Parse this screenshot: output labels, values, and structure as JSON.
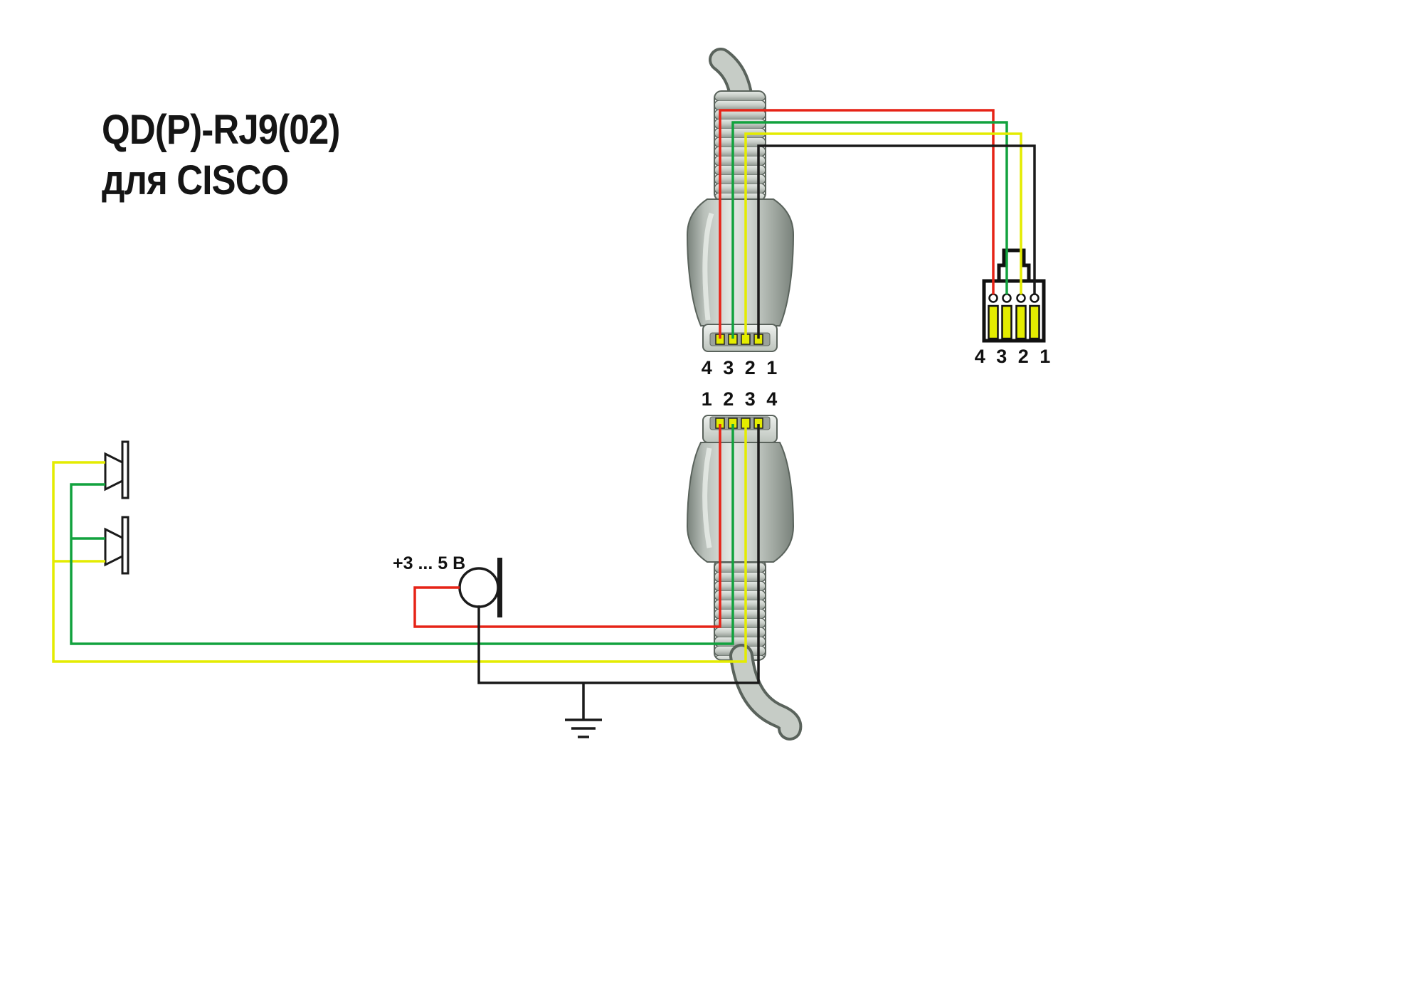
{
  "title": {
    "line1": "QD(P)-RJ9(02)",
    "line2": "для CISCO"
  },
  "labels": {
    "qd_top_pins": "4 3 2 1",
    "qd_bottom_pins": "1 2 3 4",
    "rj9_pins": "4 3 2 1",
    "mic_voltage": "+3 ... 5 В"
  },
  "colors": {
    "red": "#e62317",
    "green": "#12a23e",
    "yellow": "#e4ec00",
    "black": "#1a1a1a"
  },
  "connections": {
    "qd_to_rj9_cable": [
      {
        "wire": "red",
        "qd_pin": "4",
        "rj9_pin": "4"
      },
      {
        "wire": "green",
        "qd_pin": "3",
        "rj9_pin": "3"
      },
      {
        "wire": "yellow",
        "qd_pin": "2",
        "rj9_pin": "2"
      },
      {
        "wire": "black",
        "qd_pin": "1",
        "rj9_pin": "1"
      }
    ],
    "headset_side": [
      {
        "wire": "red",
        "qd_pin": "1",
        "to": "microphone (+3 ... 5 В)"
      },
      {
        "wire": "green",
        "qd_pin": "2",
        "to": "speakers"
      },
      {
        "wire": "yellow",
        "qd_pin": "3",
        "to": "speakers"
      },
      {
        "wire": "black",
        "qd_pin": "4",
        "to": "microphone / ground"
      }
    ]
  }
}
